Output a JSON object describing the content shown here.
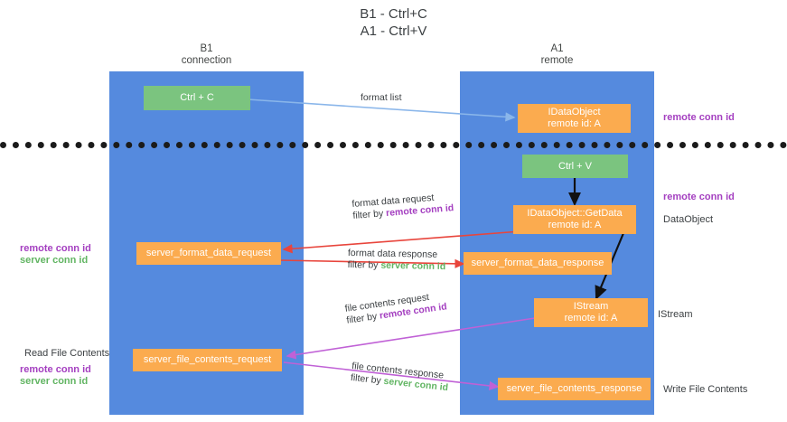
{
  "title": "B1 - Ctrl+C\nA1 - Ctrl+V",
  "columns": [
    {
      "name": "B1",
      "sub": "connection"
    },
    {
      "name": "A1",
      "sub": "remote"
    }
  ],
  "nodes": {
    "ctrl_c": {
      "l1": "Ctrl + C",
      "l2": ""
    },
    "idataobject": {
      "l1": "IDataObject",
      "l2": "remote id: A"
    },
    "ctrl_v": {
      "l1": "Ctrl + V",
      "l2": ""
    },
    "getdata": {
      "l1": "IDataObject::GetData",
      "l2": "remote id: A"
    },
    "fmt_req": {
      "l1": "server_format_data_request",
      "l2": ""
    },
    "fmt_resp": {
      "l1": "server_format_data_response",
      "l2": ""
    },
    "istream": {
      "l1": "IStream",
      "l2": "remote id: A"
    },
    "file_req": {
      "l1": "server_file_contents_request",
      "l2": ""
    },
    "file_resp": {
      "l1": "server_file_contents_response",
      "l2": ""
    }
  },
  "edge_labels": {
    "format_list": "format list",
    "fmt_req_l1": "format data request",
    "fmt_req_filter_prefix": "filter by ",
    "fmt_req_filter_key": "remote conn id",
    "fmt_resp_l1": "format data response",
    "fmt_resp_filter_prefix": "filter by ",
    "fmt_resp_filter_key": "server conn id",
    "file_req_l1": "file contents request",
    "file_req_filter_prefix": "filter by ",
    "file_req_filter_key": "remote conn id",
    "file_resp_l1": "file contents response",
    "file_resp_filter_prefix": "filter by ",
    "file_resp_filter_key": "server conn id"
  },
  "side_labels": {
    "right_remote_conn_top": "remote conn id",
    "right_remote_conn_mid": "remote conn id",
    "right_dataobject": "DataObject",
    "right_istream": "IStream",
    "right_write_file": "Write File Contents",
    "left_remote_conn": "remote conn id",
    "left_server_conn": "server conn id",
    "left_read_file": "Read File Contents",
    "left_remote_conn2": "remote conn id",
    "left_server_conn2": "server conn id"
  },
  "colors": {
    "lane": "#558ade",
    "green_node": "#7bc47f",
    "orange_node": "#fbab4f",
    "purple_key": "#a43fc0",
    "green_key": "#62b563",
    "blue_arrow": "#8ab6ea",
    "red_arrow": "#e8453c",
    "black_arrow": "#111111",
    "magenta_arrow": "#c061d6",
    "divider": "#1b1b1b"
  }
}
